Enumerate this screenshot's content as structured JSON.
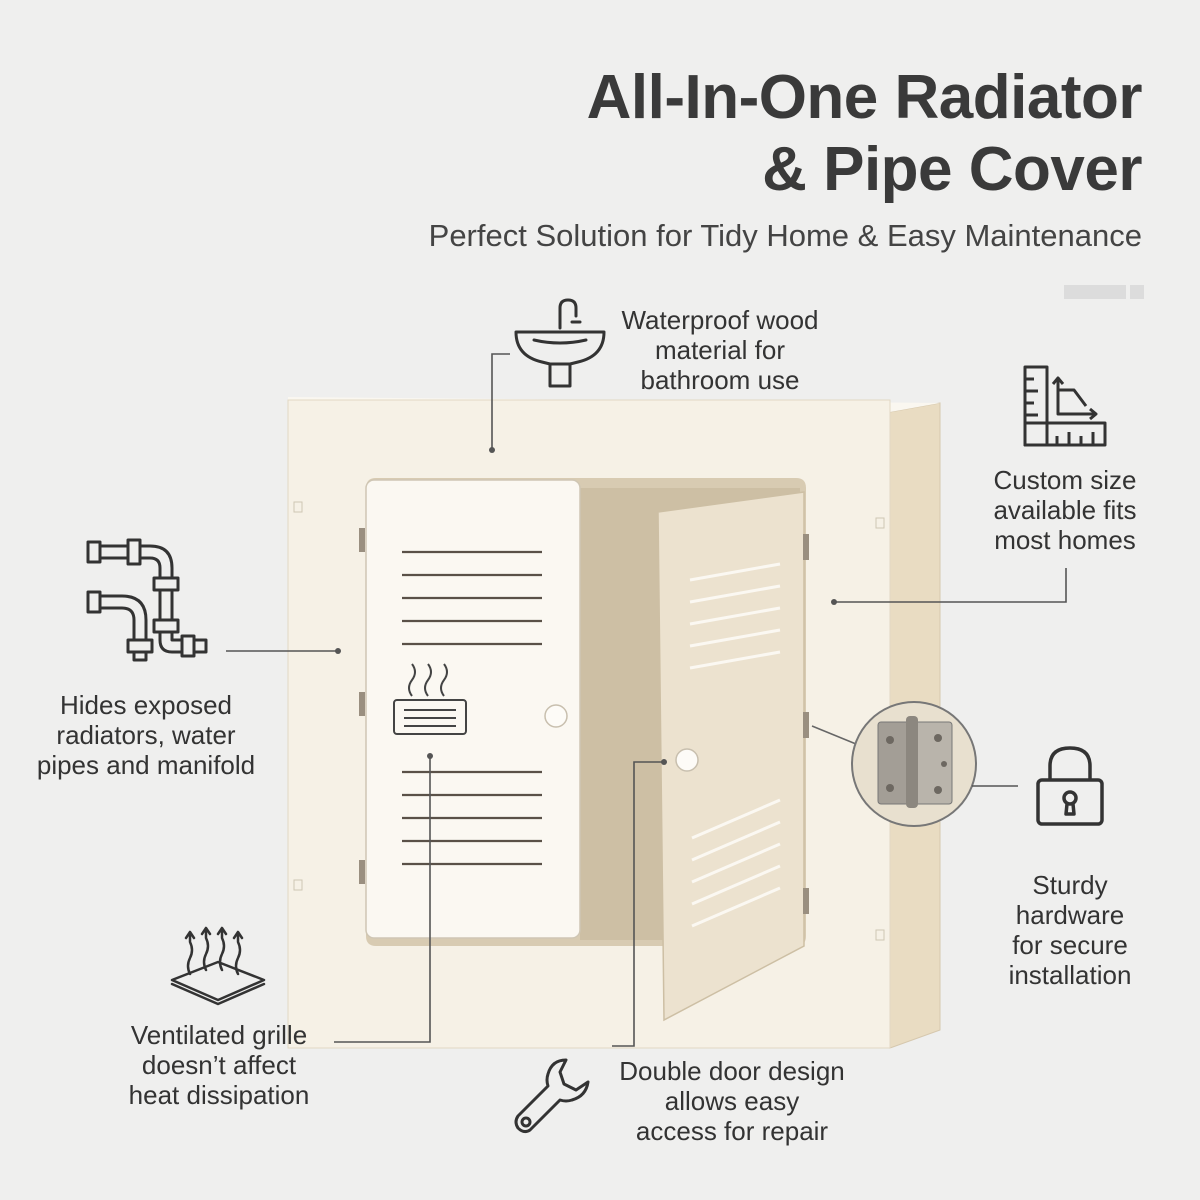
{
  "title": {
    "line1": "All-In-One Radiator",
    "line2": "& Pipe Cover"
  },
  "subtitle": "Perfect Solution for Tidy Home & Easy Maintenance",
  "features": [
    {
      "id": "waterproof",
      "icon": "sink-icon",
      "lines": [
        "Waterproof wood",
        "material for",
        "bathroom use"
      ]
    },
    {
      "id": "custom-size",
      "icon": "ruler-icon",
      "lines": [
        "Custom size",
        "available fits",
        "most homes"
      ]
    },
    {
      "id": "hides-pipes",
      "icon": "pipes-icon",
      "lines": [
        "Hides exposed",
        "radiators, water",
        "pipes and manifold"
      ]
    },
    {
      "id": "sturdy",
      "icon": "padlock-icon",
      "lines": [
        "Sturdy",
        "hardware",
        "for secure",
        "installation"
      ]
    },
    {
      "id": "ventilated",
      "icon": "heat-vent-icon",
      "lines": [
        "Ventilated grille",
        "doesn’t affect",
        "heat dissipation"
      ]
    },
    {
      "id": "double-door",
      "icon": "wrench-icon",
      "lines": [
        "Double door design",
        "allows easy",
        "access for repair"
      ]
    }
  ],
  "colors": {
    "background": "#efefee",
    "cabinet": "#f6f1e6",
    "cabinet_shadow": "#e6dcc8",
    "interior": "#d9cdb6",
    "text": "#333333",
    "callout_line": "#555555"
  }
}
